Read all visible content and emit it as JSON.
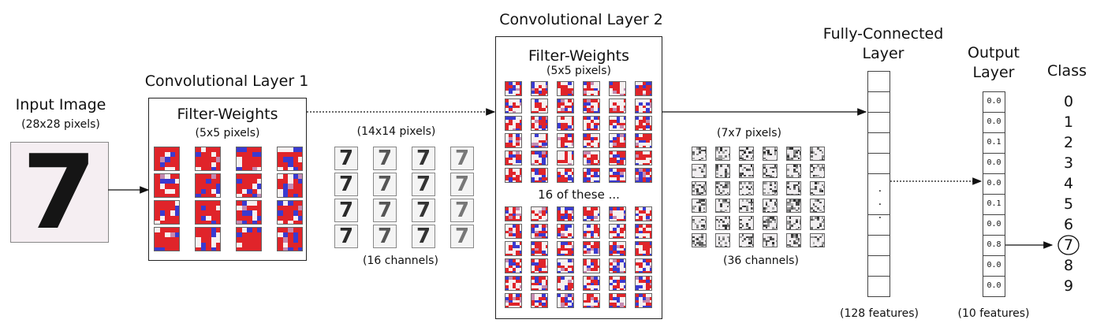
{
  "input": {
    "title": "Input Image",
    "subtitle": "(28x28 pixels)",
    "digit": "7"
  },
  "conv1": {
    "title": "Convolutional Layer 1",
    "filter_title": "Filter-Weights",
    "filter_size": "(5x5 pixels)"
  },
  "maps1": {
    "size": "(14x14 pixels)",
    "channels": "(16 channels)",
    "digit": "7"
  },
  "conv2": {
    "title": "Convolutional Layer 2",
    "filter_title": "Filter-Weights",
    "filter_size": "(5x5 pixels)",
    "repeat_note": "16 of these ..."
  },
  "maps2": {
    "size": "(7x7 pixels)",
    "channels": "(36 channels)"
  },
  "fc": {
    "title_line1": "Fully-Connected",
    "title_line2": "Layer",
    "features": "(128 features)",
    "ellipsis": ". . ."
  },
  "output": {
    "title_line1": "Output",
    "title_line2": "Layer",
    "features": "(10 features)",
    "values": [
      "0.0",
      "0.0",
      "0.1",
      "0.0",
      "0.0",
      "0.1",
      "0.0",
      "0.8",
      "0.0",
      "0.0"
    ]
  },
  "class": {
    "title": "Class",
    "labels": [
      "0",
      "1",
      "2",
      "3",
      "4",
      "5",
      "6",
      "7",
      "8",
      "9"
    ],
    "selected_index": 7
  },
  "colors": {
    "filter_red": "#e0242a",
    "filter_blue": "#3a3ad0",
    "filter_white": "#f6f0f0",
    "line": "#222222"
  }
}
